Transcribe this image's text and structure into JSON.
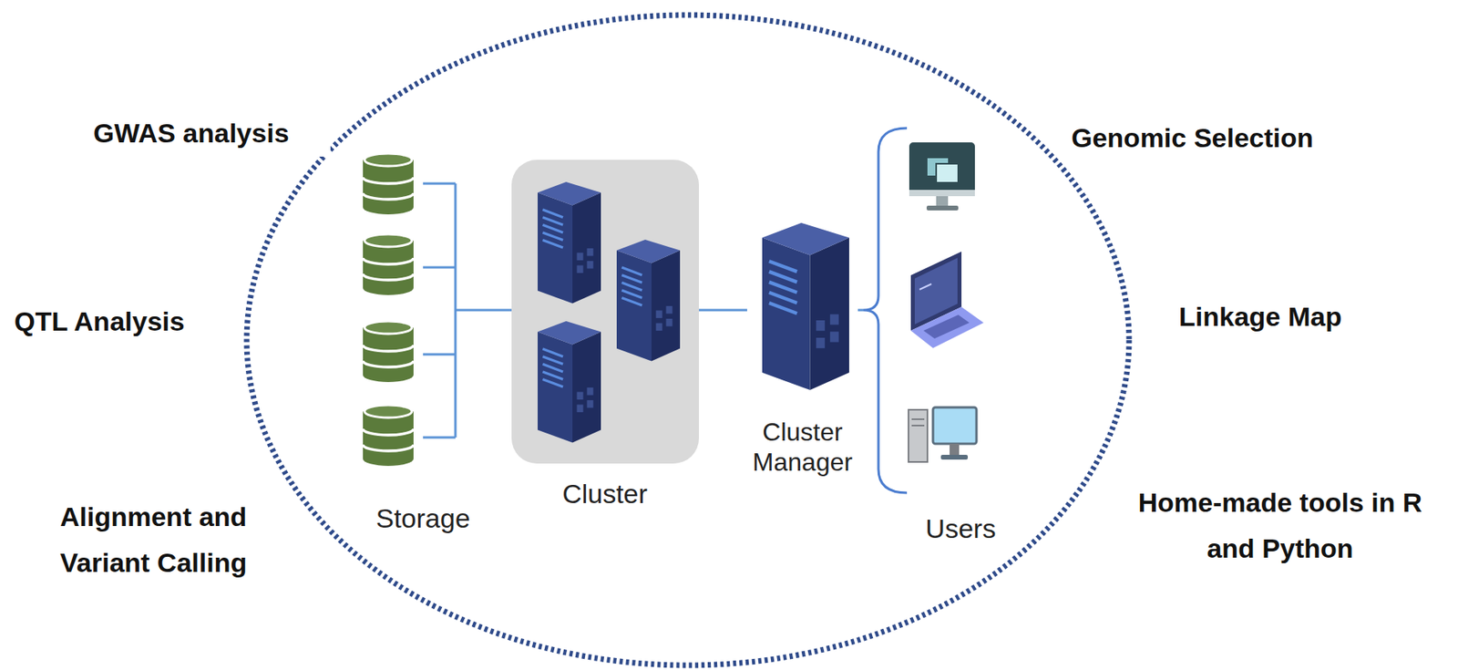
{
  "diagram": {
    "nodes": [
      {
        "text": [
          "Storage"
        ]
      },
      {
        "text": [
          "Cluster"
        ]
      },
      {
        "text": [
          "Cluster Manager"
        ]
      },
      {
        "text": [
          "Users"
        ]
      }
    ],
    "edges": [
      {
        "from": 0,
        "to": 1,
        "arrow": "none"
      },
      {
        "from": 1,
        "to": 2,
        "arrow": "none"
      },
      {
        "from": 2,
        "to": 3,
        "arrow": "none"
      }
    ],
    "labels": [
      "GWAS analysis",
      "QTL Analysis",
      "Alignment and Variant Calling",
      "Genomic Selection",
      "Linkage Map",
      "Home-made tools in R and Python"
    ]
  }
}
